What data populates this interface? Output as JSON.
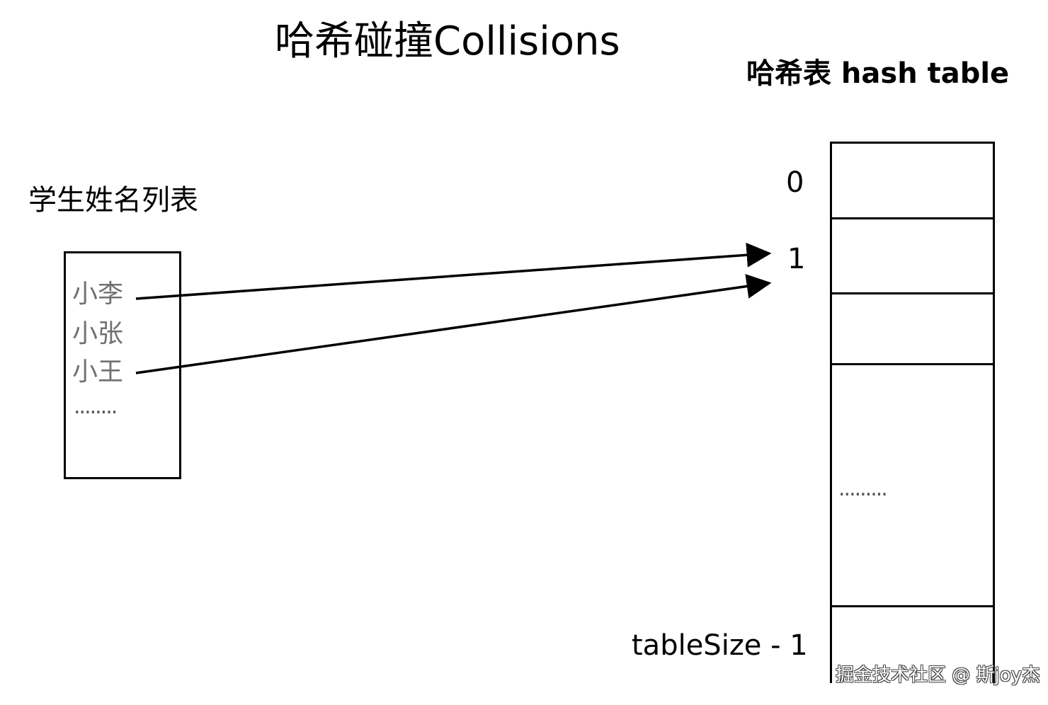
{
  "title": "哈希碰撞Collisions",
  "hash_table": {
    "title": "哈希表 hash table",
    "indexes": [
      "0",
      "1",
      "tableSize - 1"
    ],
    "ellipsis": "........."
  },
  "student_list": {
    "title": "学生姓名列表",
    "items": [
      "小李",
      "小张",
      "小王"
    ],
    "ellipsis": "........"
  },
  "arrows": [
    {
      "from": "小李",
      "to": "1"
    },
    {
      "from": "小王",
      "to": "1"
    }
  ],
  "watermark": "掘金技术社区 @ 斯joy杰"
}
